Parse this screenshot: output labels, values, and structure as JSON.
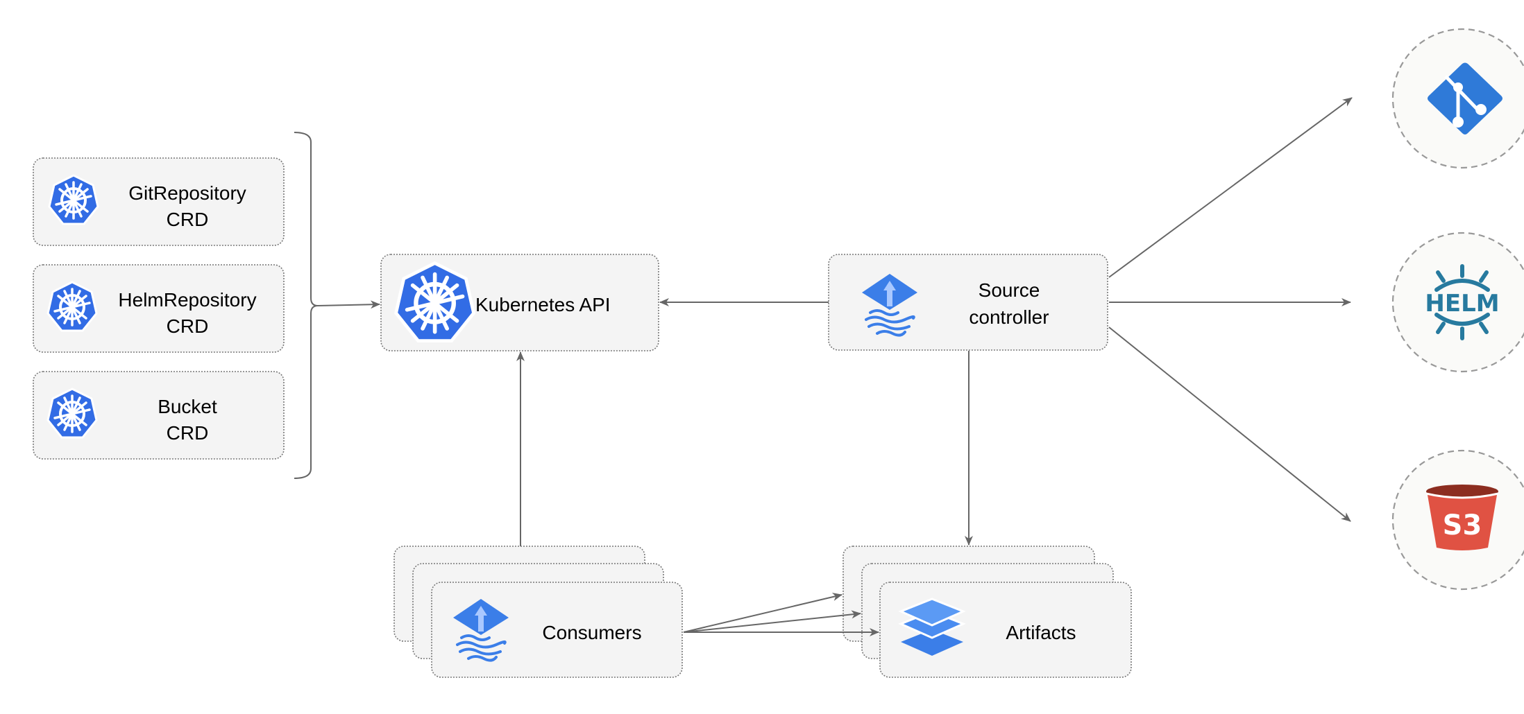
{
  "crds": [
    {
      "line1": "GitRepository",
      "line2": "CRD"
    },
    {
      "line1": "HelmRepository",
      "line2": "CRD"
    },
    {
      "line1": "Bucket",
      "line2": "CRD"
    }
  ],
  "kubernetes_api": {
    "label": "Kubernetes API"
  },
  "source_controller": {
    "line1": "Source",
    "line2": "controller"
  },
  "consumers": {
    "label": "Consumers"
  },
  "artifacts": {
    "label": "Artifacts"
  },
  "sources": {
    "git": {
      "icon": "git-icon",
      "color": "#2f7ad8"
    },
    "helm": {
      "icon": "helm-icon",
      "text": "HELM",
      "color": "#277a9f"
    },
    "s3": {
      "icon": "s3-bucket-icon",
      "text": "S3",
      "color": "#e05243"
    }
  },
  "colors": {
    "kubernetes": "#326ce5",
    "flux": "#3b7ee8",
    "edge": "#666666"
  }
}
